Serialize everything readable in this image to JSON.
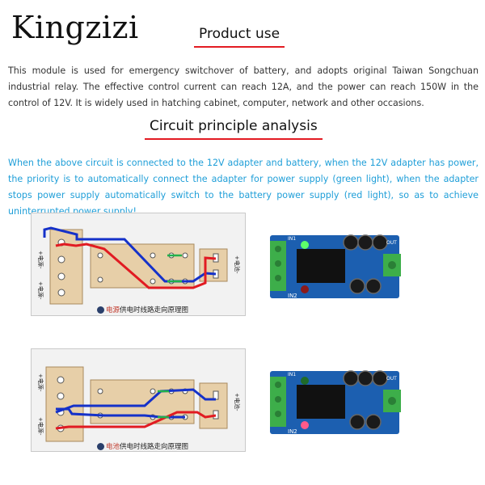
{
  "brand": "Kingzizi",
  "product_use": {
    "heading": "Product use",
    "text": "This module is used for emergency switchover of battery, and adopts original Taiwan Songchuan industrial relay. The effective control current can reach 12A, and the power can reach 150W in the control of 12V. It is widely used in hatching cabinet, computer, network and other occasions."
  },
  "circuit": {
    "heading": "Circuit principle analysis",
    "text": "When the above circuit is connected to the 12V adapter and battery, when the 12V adapter has power, the priority is to automatically connect the adapter for power supply (green light), when the adapter stops power supply automatically switch to the battery power supply (red light), so as to achieve uninterrupted power supply!"
  },
  "diagram_adapter": {
    "left_label_top": "+电源-",
    "left_label_bottom": "+电源-",
    "right_label": "+电池-",
    "caption_highlight": "电源",
    "caption_rest": "供电时线路走向原理图"
  },
  "diagram_battery": {
    "left_label_top": "+电源-",
    "left_label_bottom": "+电源-",
    "right_label": "+电池-",
    "caption_highlight": "电池",
    "caption_rest": "供电时线路走向原理图"
  },
  "board_labels": {
    "in1": "IN1",
    "in2": "IN2",
    "out": "OUT"
  },
  "colors": {
    "heading_underline": "#e31b23",
    "circuit_text": "#1e9ed8",
    "pcb": "#1c5fb0",
    "terminal": "#3dae4a",
    "wire_red": "#e11b22",
    "wire_blue": "#1531c9",
    "wire_green": "#22b14c"
  },
  "indicators": {
    "adapter_mode_lit": "green",
    "battery_mode_lit": "red"
  }
}
